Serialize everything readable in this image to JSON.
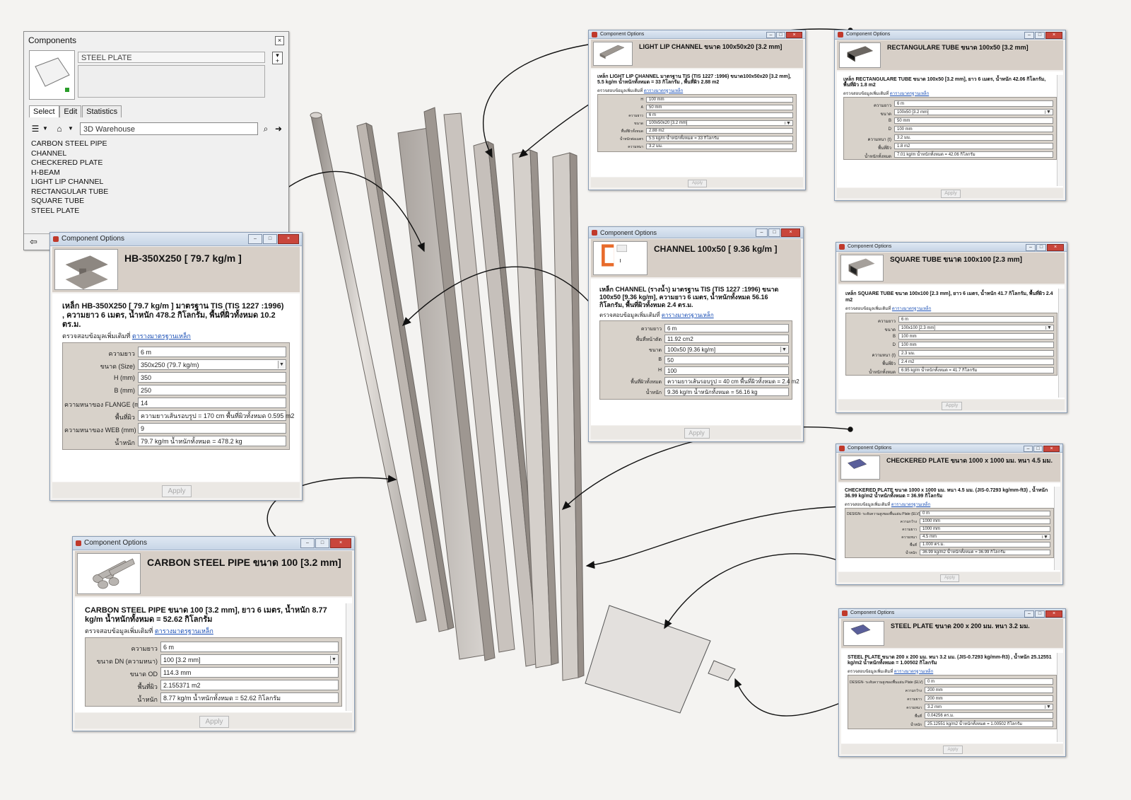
{
  "components_panel": {
    "title": "Components",
    "close_glyph": "×",
    "name_value": "STEEL PLATE",
    "tabs": {
      "select": "Select",
      "edit": "Edit",
      "statistics": "Statistics"
    },
    "search_value": "3D Warehouse",
    "items": [
      "CARBON STEEL PIPE",
      "CHANNEL",
      "CHECKERED PLATE",
      "H-BEAM",
      "LIGHT LIP CHANNEL",
      "RECTANGULAR TUBE",
      "SQUARE TUBE",
      "STEEL PLATE"
    ]
  },
  "common": {
    "dialog_title": "Component Options",
    "apply_label": "Apply",
    "link_prefix": "ตรวจสอบข้อมูลเพิ่มเติมที่",
    "link_text": "ตารางมาตรฐานเหล็ก",
    "min_glyph": "–",
    "max_glyph": "□",
    "close_glyph": "×",
    "dropdown_glyph": "▼"
  },
  "icon_colors": {
    "app_icon": "#c0392b",
    "close_button": "#c9463c"
  },
  "dialogs": [
    {
      "id": "hbeam",
      "heading": "HB-350X250 [ 79.7 kg/m ]",
      "description": "เหล็ก HB-350X250 [ 79.7 kg/m ] มาตรฐาน TIS (TIS 1227 :1996) , ความยาว 6 เมตร, น้ำหนัก 478.2 กิโลกรัม, พื้นที่ผิวทั้งหมด 10.2 ตร.ม.",
      "rows": [
        {
          "label": "ความยาว",
          "value": "6 m"
        },
        {
          "label": "ขนาด (Size)",
          "value": "350x250 (79.7 kg/m)",
          "dropdown": true
        },
        {
          "label": "H (mm)",
          "value": "350"
        },
        {
          "label": "B (mm)",
          "value": "250"
        },
        {
          "label": "ความหนาของ FLANGE (mm)",
          "value": "14"
        },
        {
          "label": "พื้นที่ผิว",
          "value": "ความยาวเส้นรอบรูป = 170 cm    พื้นที่ผิวทั้งหมด  0.595 m2"
        },
        {
          "label": "ความหนาของ WEB (mm)",
          "value": "9"
        },
        {
          "label": "น้ำหนัก",
          "value": "79.7 kg/m    น้ำหนักทั้งหมด = 478.2 kg"
        }
      ]
    },
    {
      "id": "pipe",
      "heading": "CARBON STEEL PIPE ขนาด 100 [3.2 mm]",
      "description": "CARBON STEEL PIPE ขนาด 100 [3.2 mm], ยาว 6 เมตร, น้ำหนัก 8.77 kg/m น้ำหนักทั้งหมด = 52.62 กิโลกรัม",
      "rows": [
        {
          "label": "ความยาว",
          "value": "6 m"
        },
        {
          "label": "ขนาด DN (ความหนา)",
          "value": "100 [3.2 mm]",
          "dropdown": true
        },
        {
          "label": "ขนาด OD",
          "value": "114.3 mm"
        },
        {
          "label": "พื้นที่ผิว",
          "value": "2.155371 m2"
        },
        {
          "label": "น้ำหนัก",
          "value": "8.77 kg/m    น้ำหนักทั้งหมด = 52.62 กิโลกรัม"
        }
      ]
    },
    {
      "id": "lip",
      "heading": "LIGHT LIP CHANNEL ขนาด 100x50x20 [3.2 mm]",
      "description": "เหล็ก LIGHT LIP CHANNEL มาตรฐาน TIS (TIS 1227 :1996) ขนาด100x50x20 [3.2 mm], 5.5 kg/m น้ำหนักทั้งหมด = 33 กิโลกรัม , พื้นที่ผิว 2.88 m2",
      "rows": [
        {
          "label": "H",
          "value": "100 mm"
        },
        {
          "label": "A",
          "value": "50 mm"
        },
        {
          "label": "ความยาว",
          "value": "6 m"
        },
        {
          "label": "ขนาด",
          "value": "100x50x20 [3.2 mm]",
          "dropdown": true
        },
        {
          "label": "พื้นที่ผิวทั้งหมด",
          "value": "2.88 m2"
        },
        {
          "label": "น้ำหนักต่อเมตร",
          "value": "5.5 kg/m    น้ำหนักทั้งหมด = 33 กิโลกรัม"
        },
        {
          "label": "ความหนา",
          "value": "3.2 มม."
        }
      ]
    },
    {
      "id": "channel",
      "heading": "CHANNEL 100x50 [ 9.36 kg/m ]",
      "description": "เหล็ก CHANNEL (รางน้ำ) มาตรฐาน TIS (TIS 1227 :1996) ขนาด 100x50 [9.36 kg/m], ความยาว 6 เมตร, น้ำหนักทั้งหมด 56.16 กิโลกรัม, พื้นที่ผิวทั้งหมด 2.4 ตร.ม.",
      "rows": [
        {
          "label": "ความยาว",
          "value": "6 m"
        },
        {
          "label": "พื้นที่หน้าตัด",
          "value": "11.92 cm2"
        },
        {
          "label": "ขนาด",
          "value": "100x50 [9.36 kg/m]",
          "dropdown": true
        },
        {
          "label": "B",
          "value": "50"
        },
        {
          "label": "H",
          "value": "100"
        },
        {
          "label": "พื้นที่ผิวทั้งหมด",
          "value": "ความยาวเส้นรอบรูป = 40 cm    พื้นที่ผิวทั้งหมด = 2.4 m2"
        },
        {
          "label": "น้ำหนัก",
          "value": "9.36 kg/m    น้ำหนักทั้งหมด = 56.16 kg"
        }
      ]
    },
    {
      "id": "rect",
      "heading": "RECTANGULARE TUBE ขนาด 100x50 [3.2 mm]",
      "description": "เหล็ก RECTANGULARE TUBE ขนาด 100x50 [3.2 mm], ยาว 6 เมตร, น้ำหนัก 42.06 กิโลกรัม, พื้นที่ผิว 1.8 m2",
      "rows": [
        {
          "label": "ความยาว",
          "value": "6 m"
        },
        {
          "label": "ขนาด",
          "value": "100x50 [3.2 mm]",
          "dropdown": true
        },
        {
          "label": "B",
          "value": "50 mm"
        },
        {
          "label": "D",
          "value": "100 mm"
        },
        {
          "label": "ความหนา (t)",
          "value": "3.2 มม."
        },
        {
          "label": "พื้นที่ผิว",
          "value": "1.8 m2"
        },
        {
          "label": "น้ำหนักทั้งหมด",
          "value": "7.01 kg/m    น้ำหนักทั้งหมด = 42.06 กิโลกรัม"
        }
      ]
    },
    {
      "id": "square",
      "heading": "SQUARE TUBE ขนาด 100x100 [2.3 mm]",
      "description": "เหล็ก SQUARE TUBE ขนาด 100x100 [2.3 mm], ยาว 6 เมตร, น้ำหนัก 41.7 กิโลกรัม, พื้นที่ผิว 2.4 m2",
      "rows": [
        {
          "label": "ความยาว",
          "value": "6 m"
        },
        {
          "label": "ขนาด",
          "value": "100x100 [2.3 mm]",
          "dropdown": true
        },
        {
          "label": "B",
          "value": "100 mm"
        },
        {
          "label": "D",
          "value": "100 mm"
        },
        {
          "label": "ความหนา (t)",
          "value": "2.3 มม."
        },
        {
          "label": "พื้นที่ผิว",
          "value": "2.4 m2"
        },
        {
          "label": "น้ำหนักทั้งหมด",
          "value": "6.95 kg/m    น้ำหนักทั้งหมด = 41.7 กิโลกรัม"
        }
      ]
    },
    {
      "id": "checkered",
      "heading": "CHECKERED PLATE ขนาด 1000 x 1000 มม. หนา 4.5 มม.",
      "description": "CHECKERED PLATE ขนาด 1000 x 1000 มม. หนา 4.5 มม. (JIS-0.7293 kg/mm-ft3) , น้ำหนัก 36.99 kg/m2 น้ำหนักทั้งหมด = 36.99 กิโลกรัม",
      "rows": [
        {
          "label": "DESIGN- ระดับความสูงของพื้นแผ่น Plate (ELV)",
          "value": "0 m"
        },
        {
          "label": "ความกว้าง",
          "value": "1000 mm"
        },
        {
          "label": "ความยาว",
          "value": "1000 mm"
        },
        {
          "label": "ความหนา",
          "value": "4.5 mm",
          "dropdown": true
        },
        {
          "label": "พื้นที่",
          "value": "1.000 ตร.ม."
        },
        {
          "label": "น้ำหนัก",
          "value": "36.99 kg/m2    น้ำหนักทั้งหมด = 36.99 กิโลกรัม"
        }
      ]
    },
    {
      "id": "steelplate",
      "heading": "STEEL PLATE ขนาด 200 x 200 มม. หนา 3.2 มม.",
      "description": "STEEL PLATE ขนาด 200 x 200 มม. หนา 3.2 มม. (JIS-0.7293 kg/mm-ft3) , น้ำหนัก 25.12551 kg/m2 น้ำหนักทั้งหมด = 1.00502 กิโลกรัม",
      "rows": [
        {
          "label": "DESIGN- ระดับความสูงของพื้นแผ่น Plate (ELV)",
          "value": "0 m"
        },
        {
          "label": "ความกว้าง",
          "value": "200 mm"
        },
        {
          "label": "ความยาว",
          "value": "200 mm"
        },
        {
          "label": "ความหนา",
          "value": "3.2 mm",
          "dropdown": true
        },
        {
          "label": "พื้นที่",
          "value": "0.04256 ตร.ม."
        },
        {
          "label": "น้ำหนัก",
          "value": "25.12551 kg/m2    น้ำหนักทั้งหมด = 1.00502 กิโลกรัม"
        }
      ]
    }
  ]
}
